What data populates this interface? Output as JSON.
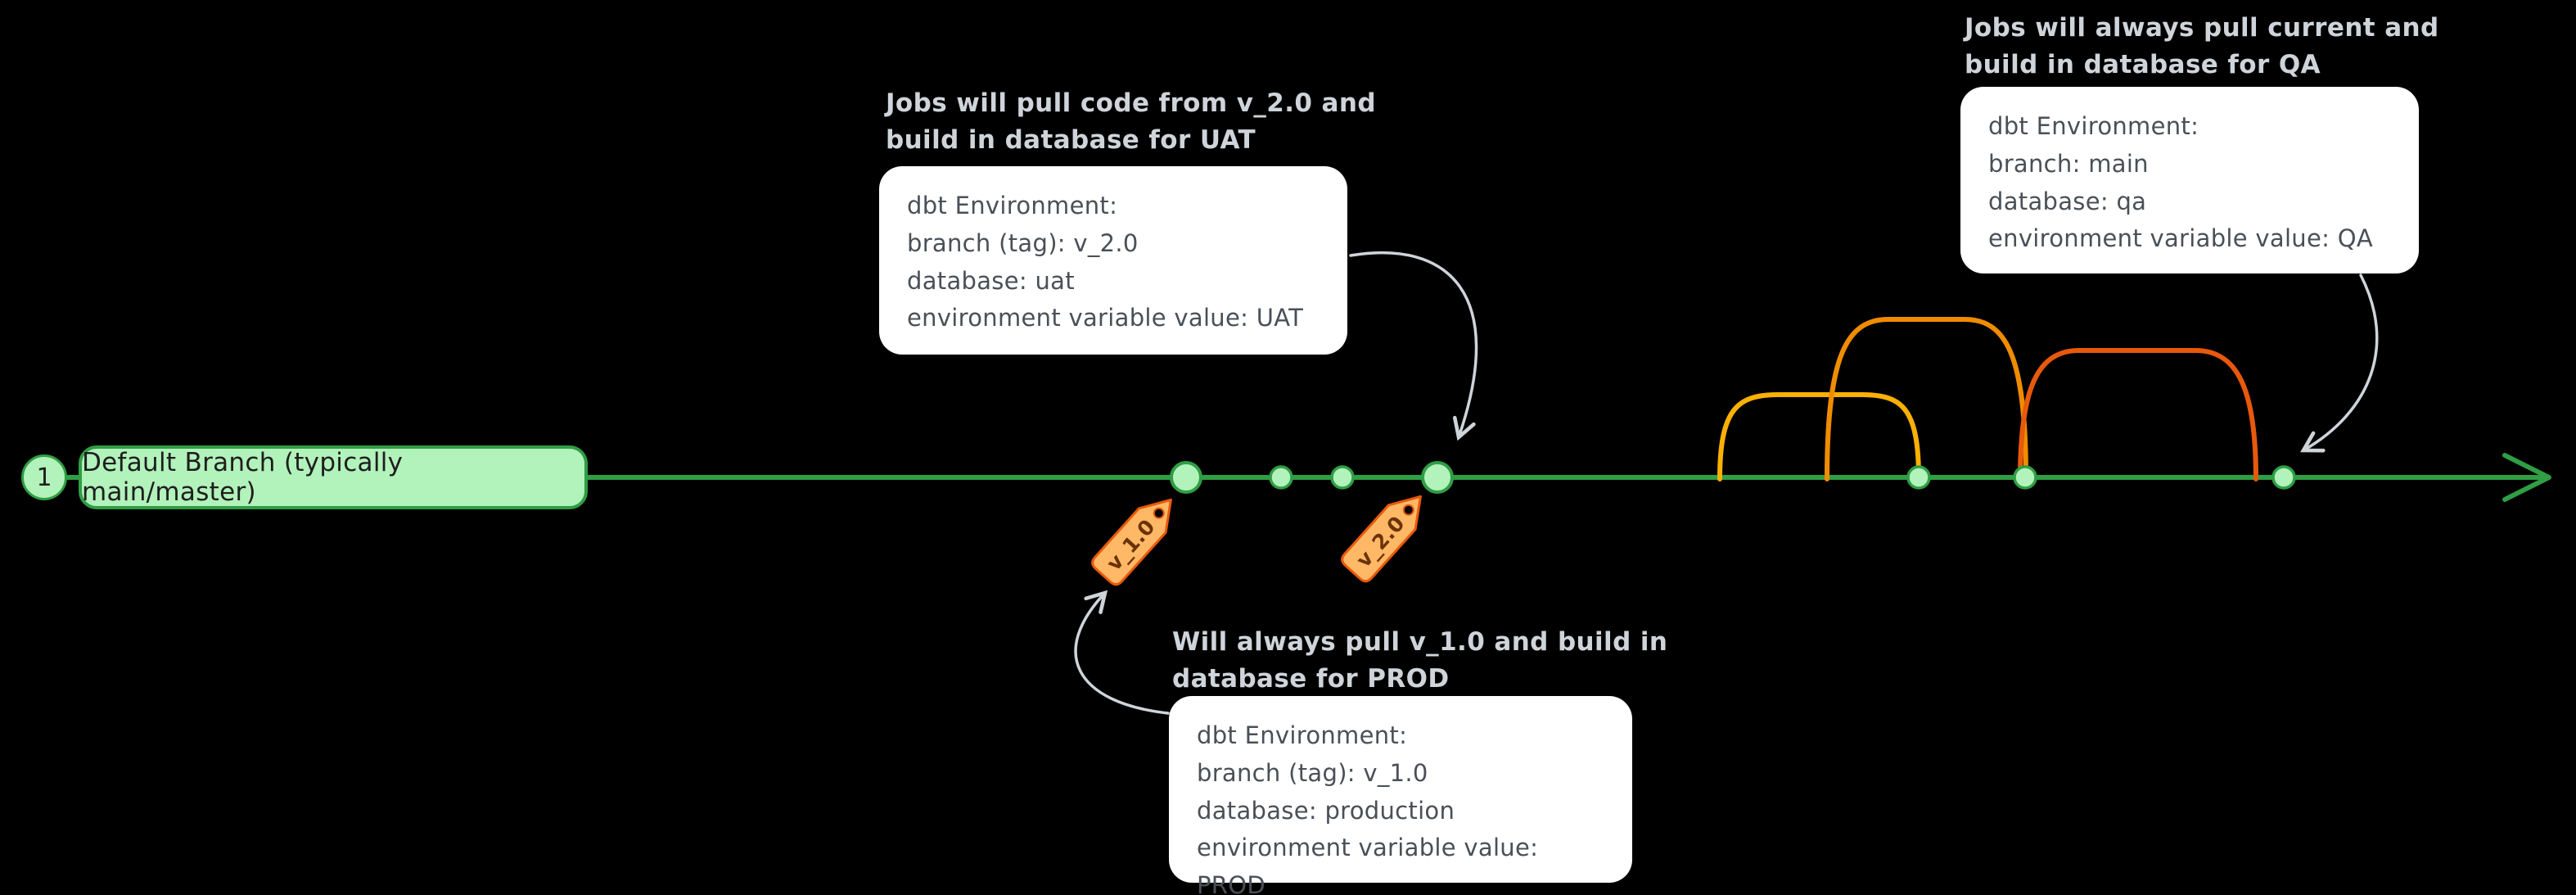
{
  "colors": {
    "background": "#000000",
    "branch_green": "#2f9e44",
    "node_fill": "#b2f2bb",
    "arc_yellow": "#fab005",
    "arc_orange_mid": "#f08c00",
    "arc_orange": "#e8590c",
    "tag_fill": "#ffb866",
    "tag_stroke": "#e8590c",
    "callout_bg": "#ffffff",
    "callout_text": "#495057",
    "header_text": "#ced4da",
    "arrow_gray": "#ced4da"
  },
  "badge": {
    "number": "1"
  },
  "main_branch": {
    "label": "Default Branch (typically main/master)"
  },
  "tags": {
    "v1": {
      "label": "v_1.0"
    },
    "v2": {
      "label": "v_2.0"
    }
  },
  "callouts": {
    "uat": {
      "header_line1": "Jobs will pull code from v_2.0 and",
      "header_line2": "build in database for UAT",
      "line1": "dbt Environment:",
      "line2": "branch (tag): v_2.0",
      "line3": "database: uat",
      "line4": "environment variable value: UAT"
    },
    "qa": {
      "header_line1": "Jobs will always pull current and",
      "header_line2": "build in database for QA",
      "line1": "dbt Environment:",
      "line2": "branch: main",
      "line3": "database: qa",
      "line4": "environment variable value: QA"
    },
    "prod": {
      "header_line1": "Will always pull v_1.0 and build in",
      "header_line2": "database for PROD",
      "line1": "dbt Environment:",
      "line2": "branch (tag): v_1.0",
      "line3": "database: production",
      "line4": "environment variable value: PROD"
    }
  }
}
